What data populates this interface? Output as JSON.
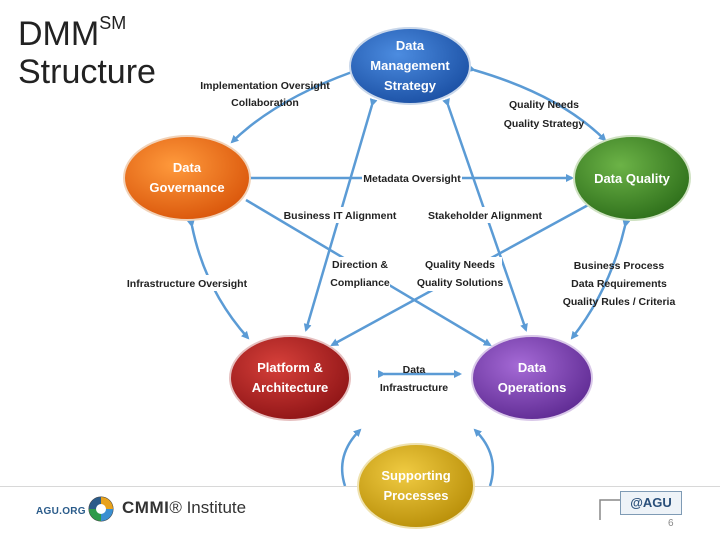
{
  "slide": {
    "title": "DMM",
    "title_superscript": "SM",
    "title_line2": "Structure",
    "page_number": "6"
  },
  "nodes": {
    "strategy": {
      "line1": "Data",
      "line2": "Management",
      "line3": "Strategy",
      "color": "#1f5fbf"
    },
    "governance": {
      "line1": "Data",
      "line2": "Governance",
      "color": "#ee6a12"
    },
    "quality": {
      "line1": "Data Quality",
      "color": "#3f8a26"
    },
    "platform": {
      "line1": "Platform &",
      "line2": "Architecture",
      "color": "#b21d1f"
    },
    "operations": {
      "line1": "Data",
      "line2": "Operations",
      "color": "#7b3fb0"
    },
    "supporting": {
      "line1": "Supporting",
      "line2": "Processes",
      "color": "#d9ae12"
    }
  },
  "relationships": {
    "implementation_oversight": [
      "Implementation Oversight",
      "Collaboration"
    ],
    "quality_needs_strategy": [
      "Quality Needs",
      "Quality Strategy"
    ],
    "metadata_oversight": "Metadata Oversight",
    "business_it_alignment": "Business IT Alignment",
    "stakeholder_alignment": "Stakeholder Alignment",
    "infrastructure_oversight": "Infrastructure Oversight",
    "direction_compliance": [
      "Direction &",
      "Compliance"
    ],
    "quality_needs_solutions": [
      "Quality Needs",
      "Quality Solutions"
    ],
    "business_process": [
      "Business Process",
      "Data Requirements",
      "Quality Rules / Criteria"
    ],
    "data_infrastructure": [
      "Data",
      "Infrastructure"
    ]
  },
  "footer": {
    "agu_org": "AGU.ORG",
    "cmmi_brand": "CMMI",
    "cmmi_suffix": "® Institute",
    "agu_badge": "@AGU"
  },
  "colors": {
    "arrow": "#5b9bd5"
  }
}
